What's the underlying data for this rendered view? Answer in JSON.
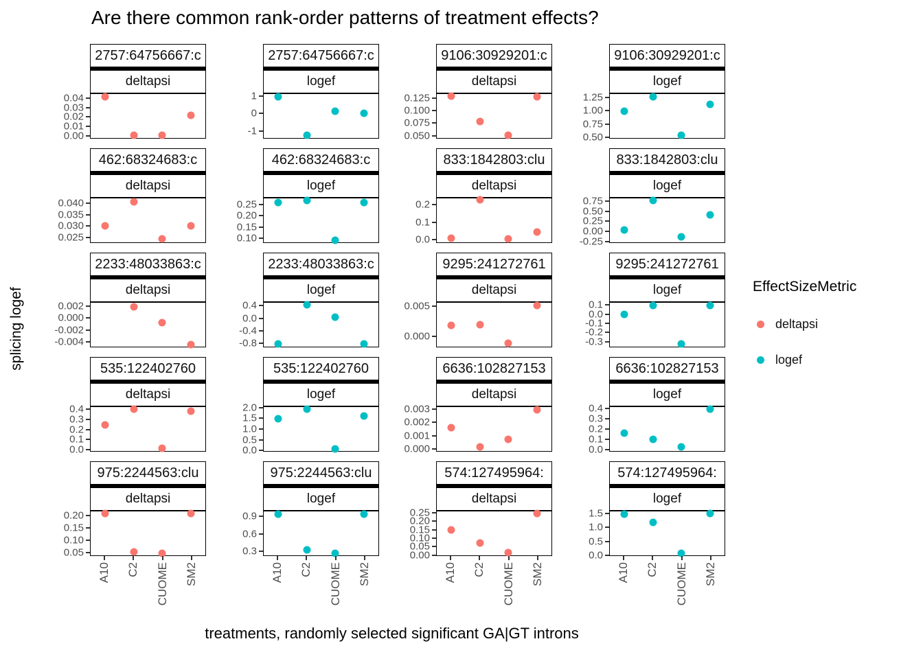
{
  "title": "Are there common rank-order patterns of treatment effects?",
  "x_axis_title": "treatments, randomly selected significant GA|GT introns",
  "y_axis_title": "splicing logef",
  "legend": {
    "title": "EffectSizeMetric",
    "items": [
      {
        "label": "deltapsi",
        "color": "#F8766D"
      },
      {
        "label": "logef",
        "color": "#00BFC4"
      }
    ]
  },
  "colors": {
    "deltapsi": "#F8766D",
    "logef": "#00BFC4",
    "tick_text": "#4D4D4D"
  },
  "chart_data": {
    "type": "scatter",
    "facets": "5 rows x 4 columns; column pairs share a truncated intron id strip; second strip is the effect-size metric",
    "x_categories": [
      "A10",
      "C2",
      "CUOME",
      "SM2"
    ],
    "panels": [
      {
        "row": 1,
        "col": 1,
        "intron": "2757:64756667:c",
        "metric": "deltapsi",
        "yticks": [
          "0.04",
          "0.03",
          "0.02",
          "0.01",
          "0.00"
        ],
        "ylim": [
          -0.003,
          0.045
        ],
        "points": {
          "A10": 0.042,
          "C2": 0.0,
          "CUOME": 0.0,
          "SM2": 0.022
        }
      },
      {
        "row": 1,
        "col": 2,
        "intron": "2757:64756667:c",
        "metric": "logef",
        "yticks": [
          "1",
          "0",
          "-1"
        ],
        "ylim": [
          -1.45,
          1.15
        ],
        "points": {
          "A10": 1.0,
          "C2": -1.3,
          "CUOME": 0.15,
          "SM2": 0.0
        }
      },
      {
        "row": 1,
        "col": 3,
        "intron": "9106:30929201:c",
        "metric": "deltapsi",
        "yticks": [
          "0.125",
          "0.100",
          "0.075",
          "0.050"
        ],
        "ylim": [
          0.044,
          0.134
        ],
        "points": {
          "A10": 0.13,
          "C2": 0.078,
          "CUOME": 0.05,
          "SM2": 0.128
        }
      },
      {
        "row": 1,
        "col": 4,
        "intron": "9106:30929201:c",
        "metric": "logef",
        "yticks": [
          "1.25",
          "1.00",
          "0.75",
          "0.50"
        ],
        "ylim": [
          0.47,
          1.33
        ],
        "points": {
          "A10": 1.0,
          "C2": 1.28,
          "CUOME": 0.52,
          "SM2": 1.13
        }
      },
      {
        "row": 2,
        "col": 1,
        "intron": "462:68324683:c",
        "metric": "deltapsi",
        "yticks": [
          "0.040",
          "0.035",
          "0.030",
          "0.025"
        ],
        "ylim": [
          0.0225,
          0.0425
        ],
        "points": {
          "A10": 0.03,
          "C2": 0.041,
          "CUOME": 0.024,
          "SM2": 0.03
        }
      },
      {
        "row": 2,
        "col": 2,
        "intron": "462:68324683:c",
        "metric": "logef",
        "yticks": [
          "0.25",
          "0.20",
          "0.15",
          "0.10"
        ],
        "ylim": [
          0.08,
          0.28
        ],
        "points": {
          "A10": 0.26,
          "C2": 0.27,
          "CUOME": 0.09,
          "SM2": 0.26
        }
      },
      {
        "row": 2,
        "col": 3,
        "intron": "833:1842803:clu",
        "metric": "deltapsi",
        "yticks": [
          "0.2",
          "0.1",
          "0.0"
        ],
        "ylim": [
          -0.02,
          0.24
        ],
        "points": {
          "A10": 0.005,
          "C2": 0.23,
          "CUOME": 0.0,
          "SM2": 0.04
        }
      },
      {
        "row": 2,
        "col": 4,
        "intron": "833:1842803:clu",
        "metric": "logef",
        "yticks": [
          "0.75",
          "0.50",
          "0.25",
          "0.00",
          "-0.25"
        ],
        "ylim": [
          -0.29,
          0.84
        ],
        "points": {
          "A10": 0.02,
          "C2": 0.78,
          "CUOME": -0.15,
          "SM2": 0.42
        }
      },
      {
        "row": 3,
        "col": 1,
        "intron": "2233:48033863:c",
        "metric": "deltapsi",
        "yticks": [
          "0.002",
          "0.000",
          "-0.002",
          "-0.004"
        ],
        "ylim": [
          -0.0049,
          0.0027
        ],
        "points": {
          "C2": 0.002,
          "CUOME": -0.0008,
          "SM2": -0.0045
        }
      },
      {
        "row": 3,
        "col": 2,
        "intron": "2233:48033863:c",
        "metric": "logef",
        "yticks": [
          "0.4",
          "0.0",
          "-0.4",
          "-0.8"
        ],
        "ylim": [
          -0.93,
          0.52
        ],
        "points": {
          "A10": -0.85,
          "C2": 0.45,
          "CUOME": 0.05,
          "SM2": -0.85
        }
      },
      {
        "row": 3,
        "col": 3,
        "intron": "9295:241272761",
        "metric": "deltapsi",
        "yticks": [
          "0.005",
          "0.000"
        ],
        "ylim": [
          -0.0018,
          0.0057
        ],
        "points": {
          "A10": 0.0018,
          "C2": 0.002,
          "CUOME": -0.0012,
          "SM2": 0.0052
        }
      },
      {
        "row": 3,
        "col": 4,
        "intron": "9295:241272761",
        "metric": "logef",
        "yticks": [
          "0.1",
          "0.0",
          "-0.1",
          "-0.2",
          "-0.3"
        ],
        "ylim": [
          -0.36,
          0.13
        ],
        "points": {
          "A10": 0.0,
          "C2": 0.1,
          "CUOME": -0.33,
          "SM2": 0.1
        }
      },
      {
        "row": 4,
        "col": 1,
        "intron": "535:122402760",
        "metric": "deltapsi",
        "yticks": [
          "0.4",
          "0.3",
          "0.2",
          "0.1",
          "0.0"
        ],
        "ylim": [
          -0.02,
          0.43
        ],
        "points": {
          "A10": 0.25,
          "C2": 0.41,
          "CUOME": 0.01,
          "SM2": 0.39
        }
      },
      {
        "row": 4,
        "col": 2,
        "intron": "535:122402760",
        "metric": "logef",
        "yticks": [
          "2.0",
          "1.5",
          "1.0",
          "0.5",
          "0.0"
        ],
        "ylim": [
          -0.05,
          2.05
        ],
        "points": {
          "A10": 1.5,
          "C2": 1.95,
          "CUOME": 0.05,
          "SM2": 1.62
        }
      },
      {
        "row": 4,
        "col": 3,
        "intron": "6636:102827153",
        "metric": "deltapsi",
        "yticks": [
          "0.003",
          "0.002",
          "0.001",
          "0.000"
        ],
        "ylim": [
          -0.0002,
          0.0032
        ],
        "points": {
          "A10": 0.0016,
          "C2": 0.0001,
          "CUOME": 0.0007,
          "SM2": 0.003
        }
      },
      {
        "row": 4,
        "col": 4,
        "intron": "6636:102827153",
        "metric": "logef",
        "yticks": [
          "0.4",
          "0.3",
          "0.2",
          "0.1",
          "0.0"
        ],
        "ylim": [
          -0.02,
          0.42
        ],
        "points": {
          "A10": 0.16,
          "C2": 0.1,
          "CUOME": 0.02,
          "SM2": 0.4
        }
      },
      {
        "row": 5,
        "col": 1,
        "intron": "975:2244563:clu",
        "metric": "deltapsi",
        "yticks": [
          "0.20",
          "0.15",
          "0.10",
          "0.05"
        ],
        "ylim": [
          0.037,
          0.218
        ],
        "points": {
          "A10": 0.21,
          "C2": 0.05,
          "CUOME": 0.045,
          "SM2": 0.21
        }
      },
      {
        "row": 5,
        "col": 2,
        "intron": "975:2244563:clu",
        "metric": "logef",
        "yticks": [
          "0.9",
          "0.6",
          "0.3"
        ],
        "ylim": [
          0.22,
          1.0
        ],
        "points": {
          "A10": 0.95,
          "C2": 0.32,
          "CUOME": 0.26,
          "SM2": 0.95
        }
      },
      {
        "row": 5,
        "col": 3,
        "intron": "574:127495964:",
        "metric": "deltapsi",
        "yticks": [
          "0.25",
          "0.20",
          "0.15",
          "0.10",
          "0.05",
          "0.00"
        ],
        "ylim": [
          -0.005,
          0.262
        ],
        "points": {
          "A10": 0.15,
          "C2": 0.07,
          "CUOME": 0.01,
          "SM2": 0.25
        }
      },
      {
        "row": 5,
        "col": 4,
        "intron": "574:127495964:",
        "metric": "logef",
        "yticks": [
          "1.5",
          "1.0",
          "0.5",
          "0.0"
        ],
        "ylim": [
          -0.03,
          1.6
        ],
        "points": {
          "A10": 1.5,
          "C2": 1.2,
          "CUOME": 0.05,
          "SM2": 1.52
        }
      }
    ]
  }
}
